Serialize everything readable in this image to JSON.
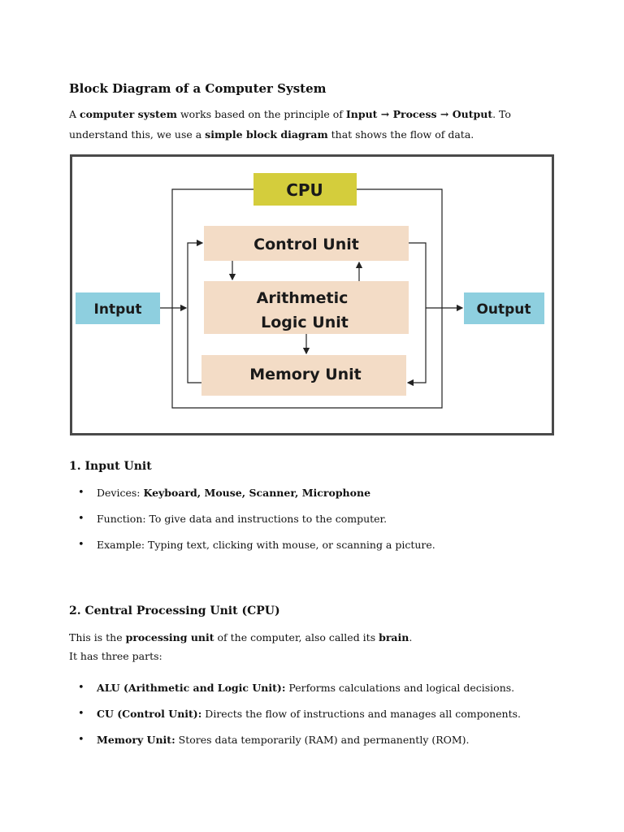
{
  "title": "Block Diagram of a Computer System",
  "intro": {
    "p1": "A ",
    "b1": "computer system",
    "p2": " works based on the principle of ",
    "b2": "Input → Process → Output",
    "p3": ". To understand this, we use a ",
    "b3": "simple block diagram",
    "p4": " that shows the flow of data."
  },
  "diagram": {
    "cpu": "CPU",
    "control_unit": "Control Unit",
    "alu_line1": "Arithmetic",
    "alu_line2": "Logic Unit",
    "memory_unit": "Memory Unit",
    "input": "Intput",
    "output": "Output",
    "colors": {
      "cpu": "#d4cd3c",
      "unit": "#f3dcc6",
      "io": "#8ecfdf",
      "border": "#4a4a4a"
    }
  },
  "section1": {
    "heading": "1. Input Unit",
    "items": [
      {
        "label": "Devices: ",
        "bold": "Keyboard, Mouse, Scanner, Microphone",
        "rest": ""
      },
      {
        "label": "Function: To give data and instructions to the computer.",
        "bold": "",
        "rest": ""
      },
      {
        "label": "Example: Typing text, clicking with mouse, or scanning a picture.",
        "bold": "",
        "rest": ""
      }
    ]
  },
  "section2": {
    "heading": "2. Central Processing Unit (CPU)",
    "line1": {
      "p1": "This is the ",
      "b1": "processing unit",
      "p2": " of the computer, also called its ",
      "b2": "brain",
      "p3": "."
    },
    "line2": "It has three parts:",
    "items": [
      {
        "bold": "ALU (Arithmetic and Logic Unit):",
        "rest": " Performs calculations and logical decisions."
      },
      {
        "bold": "CU (Control Unit):",
        "rest": " Directs the flow of instructions and manages all components."
      },
      {
        "bold": "Memory Unit:",
        "rest": " Stores data temporarily (RAM) and permanently (ROM)."
      }
    ]
  }
}
